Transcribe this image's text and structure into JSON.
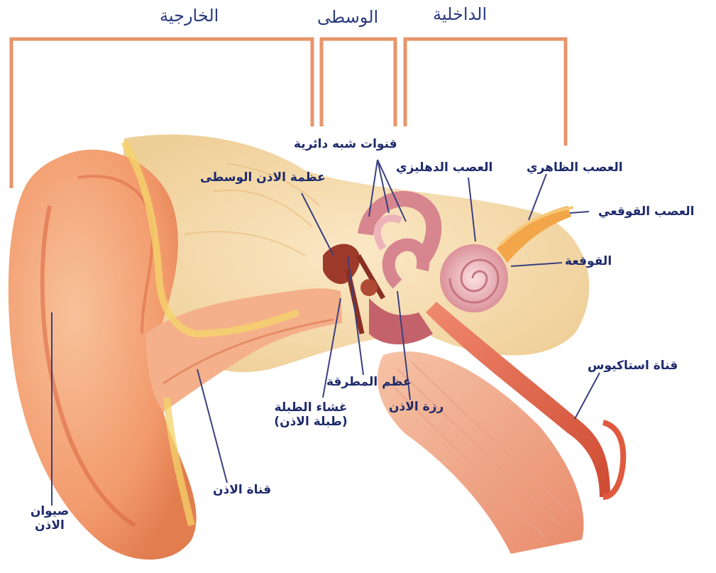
{
  "colors": {
    "bracket": "#e8956a",
    "label_text": "#1d2a6b",
    "leader_line": "#3a4080",
    "skin": "#f3a274",
    "skin_dark": "#d9643f",
    "bone": "#f6dcae",
    "cochlea": "#e7a6ad",
    "nerve": "#f2a649",
    "tube": "#e15a3f"
  },
  "sections": {
    "outer": "الخارجية",
    "middle": "الوسطى",
    "inner": "الداخلية"
  },
  "labels": {
    "semicircular_canals": "قنوات شبه دائرية",
    "middle_ear_bone": "عظمة الاذن الوسطى",
    "vestibular_nerve": "العصب الدهليزي",
    "facial_nerve": "العصب الظاهري",
    "cochlear_nerve": "العصب القوقعي",
    "cochlea": "القوقعة",
    "eustachian_tube": "قناة استاكيوس",
    "malleus": "عظم المطرقة",
    "oval_window": "رزة الاذن",
    "eardrum_line1": "غشاء الطبلة",
    "eardrum_line2": "(طبلة الاذن)",
    "ear_canal": "قناة الاذن",
    "auricle_line1": "صيوان",
    "auricle_line2": "الاذن"
  }
}
